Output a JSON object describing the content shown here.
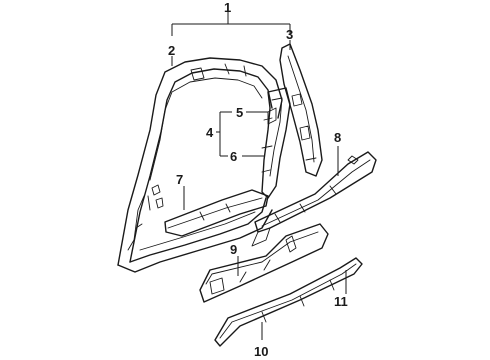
{
  "callouts": [
    {
      "id": "1",
      "label": "1"
    },
    {
      "id": "2",
      "label": "2"
    },
    {
      "id": "3",
      "label": "3"
    },
    {
      "id": "4",
      "label": "4"
    },
    {
      "id": "5",
      "label": "5"
    },
    {
      "id": "6",
      "label": "6"
    },
    {
      "id": "7",
      "label": "7"
    },
    {
      "id": "8",
      "label": "8"
    },
    {
      "id": "9",
      "label": "9"
    },
    {
      "id": "10",
      "label": "10"
    },
    {
      "id": "11",
      "label": "11"
    }
  ],
  "colors": {
    "ink": "#1a1a1a",
    "background": "#ffffff"
  }
}
